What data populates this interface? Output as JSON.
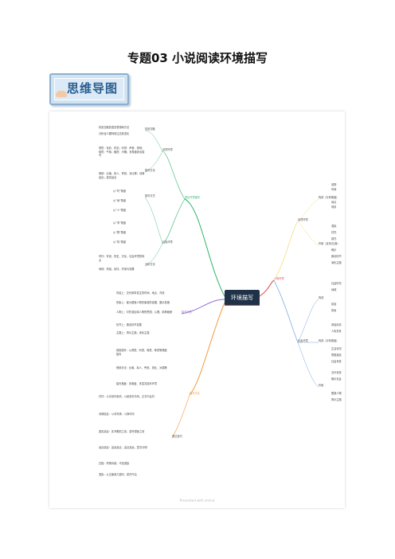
{
  "title": "专题03 小说阅读环境描写",
  "badge_label": "思维导图",
  "watermark": "Presented with xmind",
  "colors": {
    "green": "#2fb56b",
    "red": "#e24b4b",
    "purple": "#8f6fd0",
    "orange": "#f29b3a",
    "blue": "#5a8fd8",
    "yellow": "#f3d35a",
    "hub": "#1f3247"
  },
  "mindmap": {
    "root": "环境描写",
    "right": {
      "label": "人物环境",
      "sub1": {
        "label": "自然环境",
        "a": {
          "label": "构成（分析角度）",
          "items": [
            "景物",
            "时间",
            "地点",
            "场景"
          ]
        },
        "b": {
          "label": "作用（定向/位置）",
          "items": [
            "渲染",
            "衬托",
            "烘托",
            "暗示",
            "推动情节",
            "深化主题"
          ]
        }
      },
      "sub2": {
        "label": "社会环境",
        "c": {
          "label": "构成",
          "items": [
            "社会时代",
            "地域",
            "民俗",
            "风尚"
          ]
        },
        "d": {
          "label": "构成（分析角度）",
          "items": [
            "风俗民情",
            "人际关系",
            "生活状况",
            "思想观念",
            "社会背景"
          ]
        },
        "e": {
          "label": "作用",
          "items": [
            "交代背景",
            "暗示社会",
            "塑造人物",
            "揭示主题"
          ]
        }
      }
    },
    "left_green": {
      "label": "常见环境描写",
      "g1": {
        "label": "自然环境",
        "a": {
          "label": "情景交融",
          "items": [
            "情景交融的语言表现和方法",
            "分析含义要特别注意其变化"
          ]
        },
        "b": {
          "label": "描写方法",
          "items": [
            "视觉：色彩、形态；听觉：声音、音响；嗅觉：气味；触觉：冷暖；多角度综合描写",
            "修辞：比喻、拟人、夸张、对比等；动静结合；虚实结合"
          ]
        }
      },
      "g2": {
        "label": "社会环境",
        "a": {
          "label": "描写方式",
          "items": [
            "从“时”角度",
            "从“地”角度",
            "从“人”角度",
            "从“事”角度",
            "从“物”角度",
            "从“情”角度"
          ]
        },
        "b": {
          "label": "分析方法",
          "items": [
            "时代：背景、历史、文化，社会环境的特点",
            "地域：风俗、民情，作用与效果"
          ]
        }
      }
    },
    "left_purple": {
      "label": "描写环境",
      "items": [
        "内容上：交代故事发生的时间、地点、背景",
        "形象上：能为塑造人物形象提供依据，展示性格",
        "人物上：衬托或反映人物的思想、心理、精神面貌",
        "情节上：推动情节发展",
        "主题上：揭示主题，深化主题"
      ]
    },
    "left_orange": {
      "label": "描写手法",
      "top_items": [
        "感官描写：从视觉、听觉、嗅觉、味觉等角度描写",
        "修辞手法：比喻、拟人、夸张、排比、对偶等",
        "描写角度：多角度、多层次描写环境"
      ],
      "method": {
        "label": "表达技巧",
        "items": [
          "衬托：以乐景衬哀情，以哀景衬乐情，正衬与反衬",
          "动静结合：以动写静，以静衬动",
          "虚实结合：实写眼前之景，虚写想象之景",
          "远近结合：由远及近，由近及远，层次分明",
          "白描：简笔勾勒，不加渲染",
          "渲染：从正面着力描写，烘托气氛"
        ]
      }
    }
  }
}
